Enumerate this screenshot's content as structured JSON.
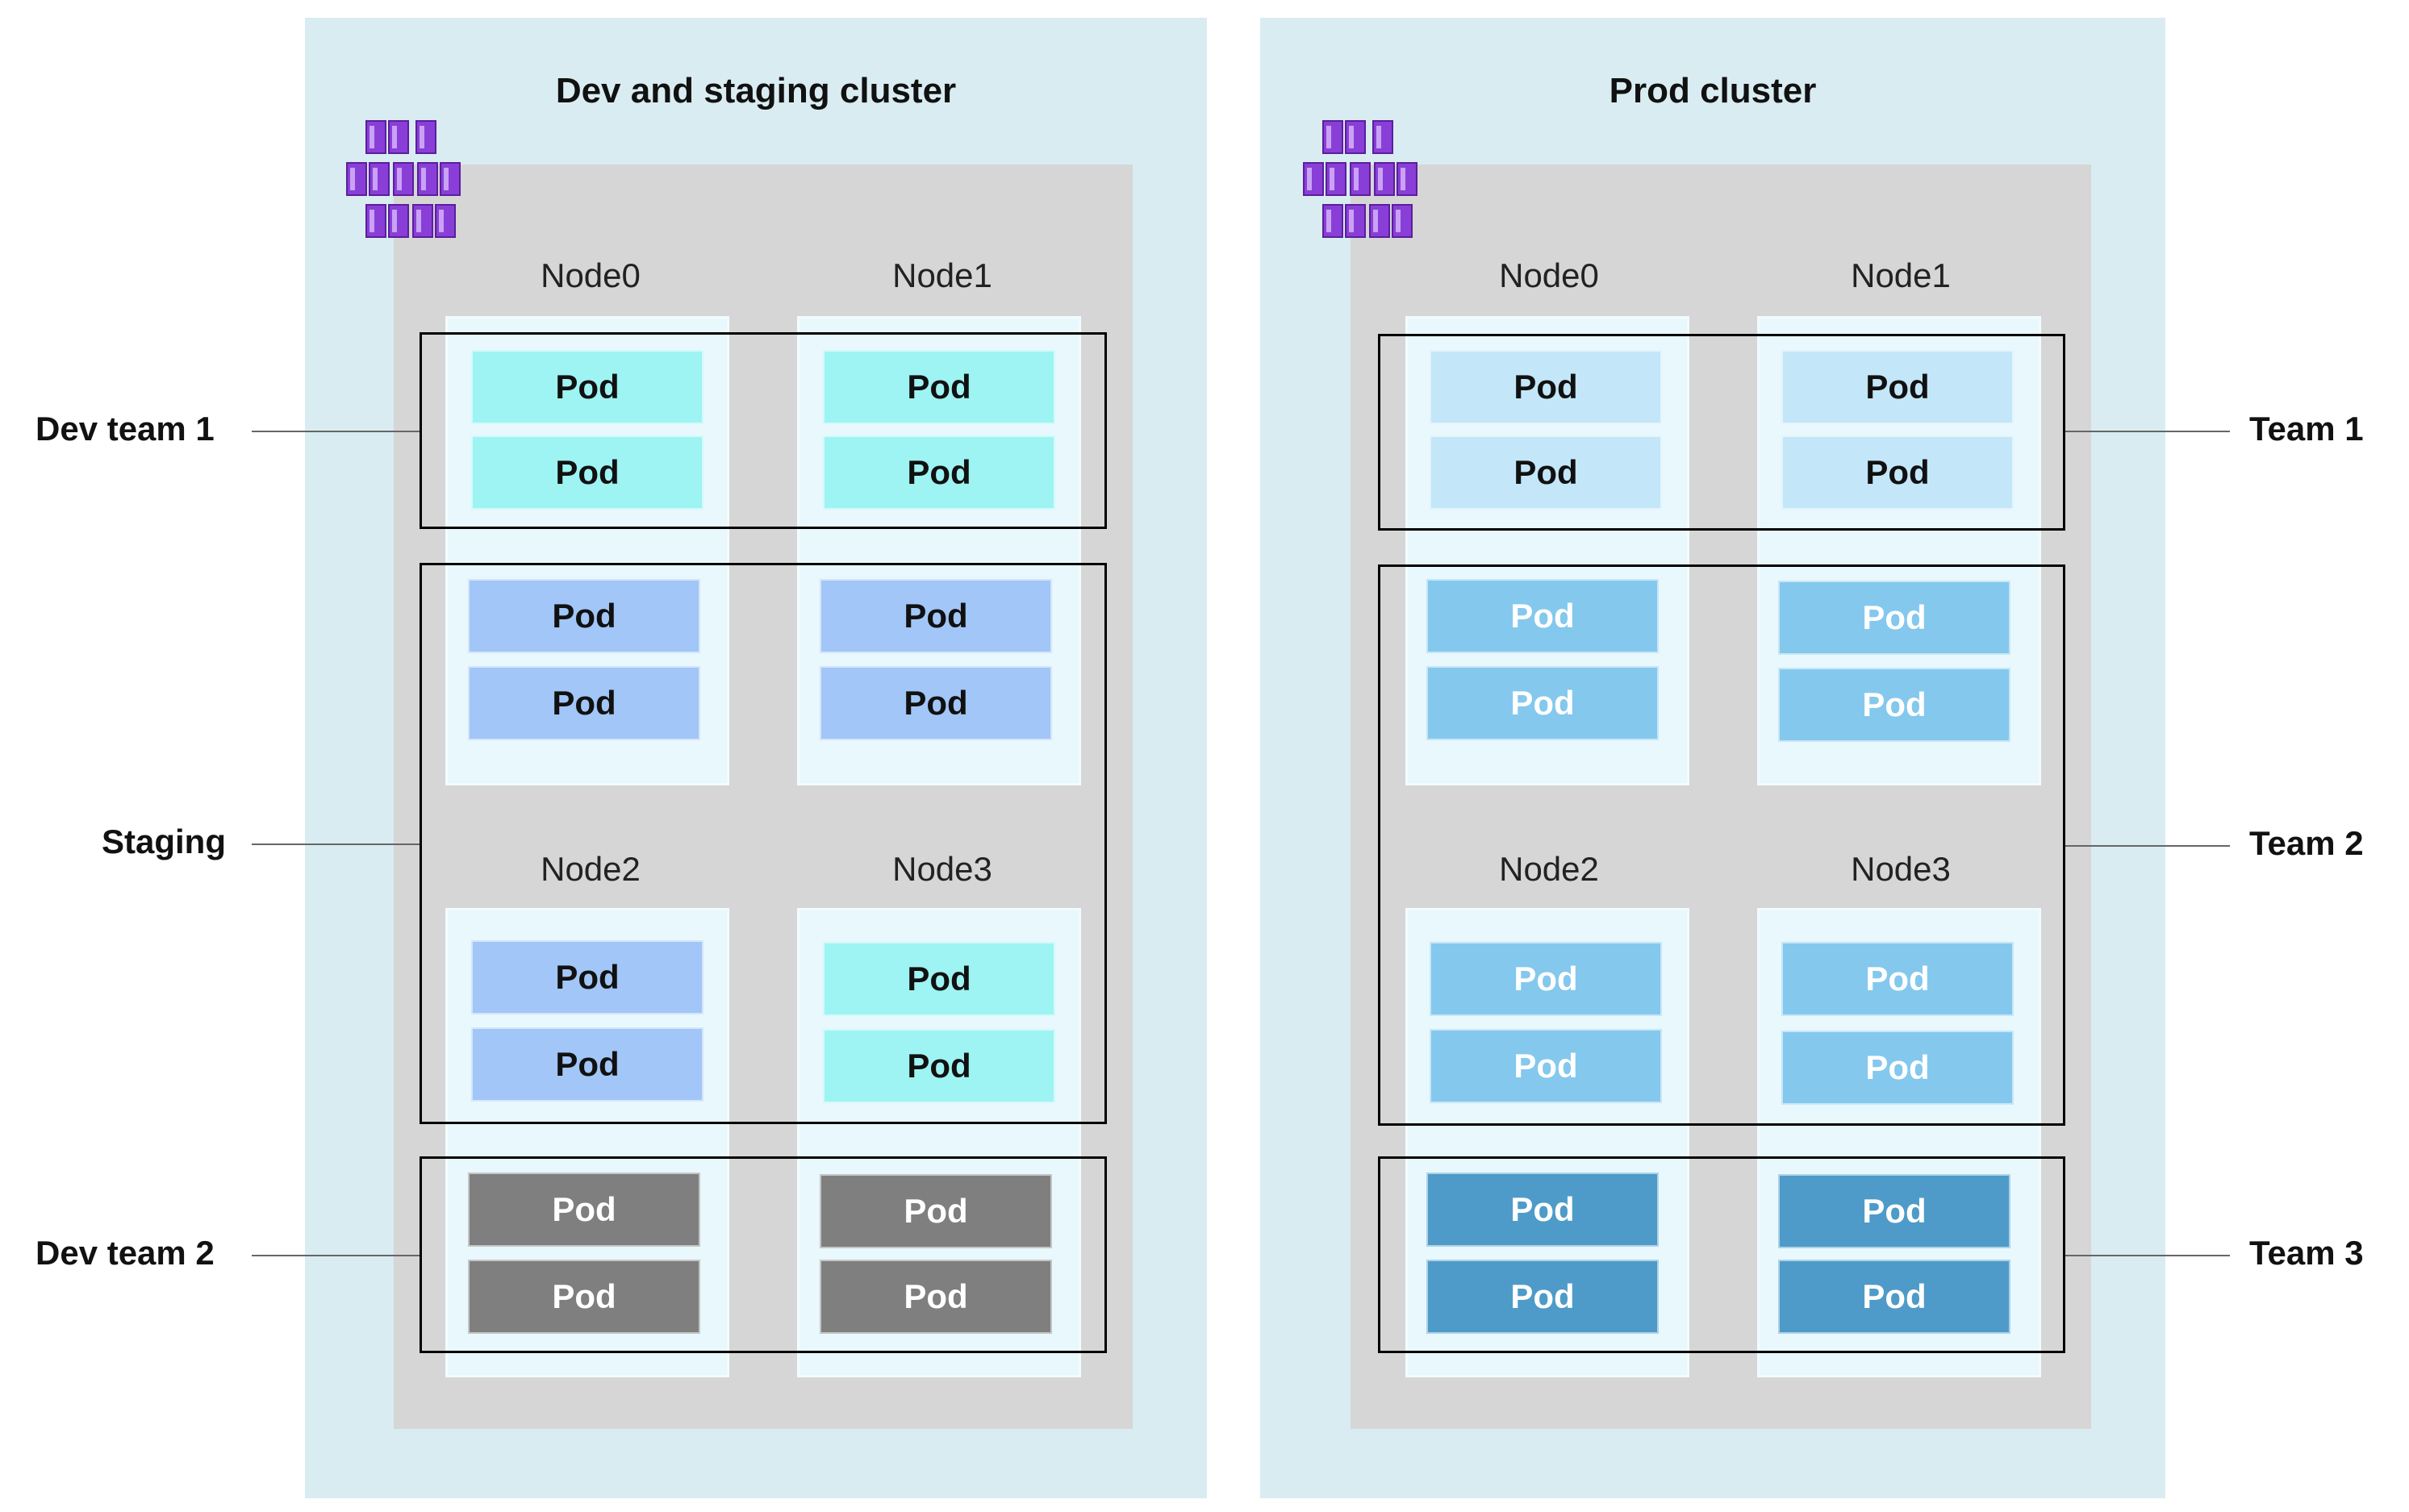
{
  "clusters": [
    {
      "title": "Dev and staging cluster",
      "nodes": [
        "Node0",
        "Node1",
        "Node2",
        "Node3"
      ],
      "groups": [
        "Dev team 1",
        "Staging",
        "Dev team 2"
      ],
      "pod_label": "Pod",
      "colors": {
        "cyan": "#9ef3f3",
        "blue": "#a1c6f7",
        "gray": "#7f7f7f"
      }
    },
    {
      "title": "Prod cluster",
      "nodes": [
        "Node0",
        "Node1",
        "Node2",
        "Node3"
      ],
      "groups": [
        "Team 1",
        "Team 2",
        "Team 3"
      ],
      "pod_label": "Pod",
      "colors": {
        "light": "#c3e6f9",
        "mid": "#84c8ee",
        "dark": "#4e9bc9"
      }
    }
  ],
  "icons": [
    "kubernetes-cluster-icon",
    "kubernetes-cluster-icon"
  ]
}
